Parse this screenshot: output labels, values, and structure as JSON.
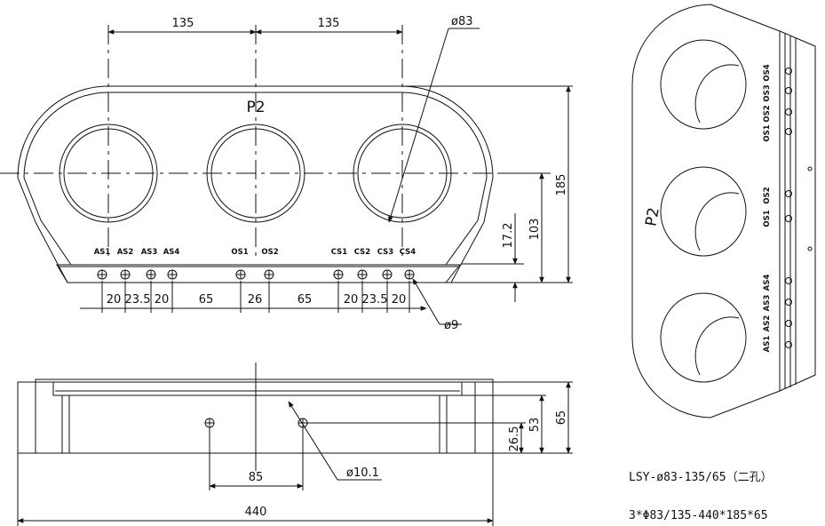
{
  "drawing": {
    "title_label": "P2",
    "model_line": "LSY-ø83-135/65（二孔）",
    "spec_line": "3*Φ83/135-440*185*65",
    "front_dims": {
      "spacing_left": "135",
      "spacing_right": "135",
      "hole_dia": "ø83",
      "terminal_dia": "ø9",
      "height_total": "185",
      "height_center": "103",
      "height_terminal": "17.2",
      "bottom_spacings": [
        "20",
        "23.5",
        "20",
        "65",
        "26",
        "65",
        "20",
        "23.5",
        "20"
      ]
    },
    "terminals": [
      "AS1",
      "AS2",
      "AS3",
      "AS4",
      "OS1",
      "OS2",
      "CS1",
      "CS2",
      "CS3",
      "CS4"
    ],
    "side_terminals_top": [
      "OS4",
      "OS3",
      "OS2",
      "OS1"
    ],
    "side_terminals_mid": [
      "OS2",
      "OS1"
    ],
    "side_terminals_bot": [
      "AS4",
      "AS3",
      "AS2",
      "AS1"
    ],
    "bottom_view_dims": {
      "width": "440",
      "mount_spacing": "85",
      "mount_hole_dia": "ø10.1",
      "height_total": "65",
      "height_mid": "53",
      "height_hole": "26.5"
    }
  }
}
